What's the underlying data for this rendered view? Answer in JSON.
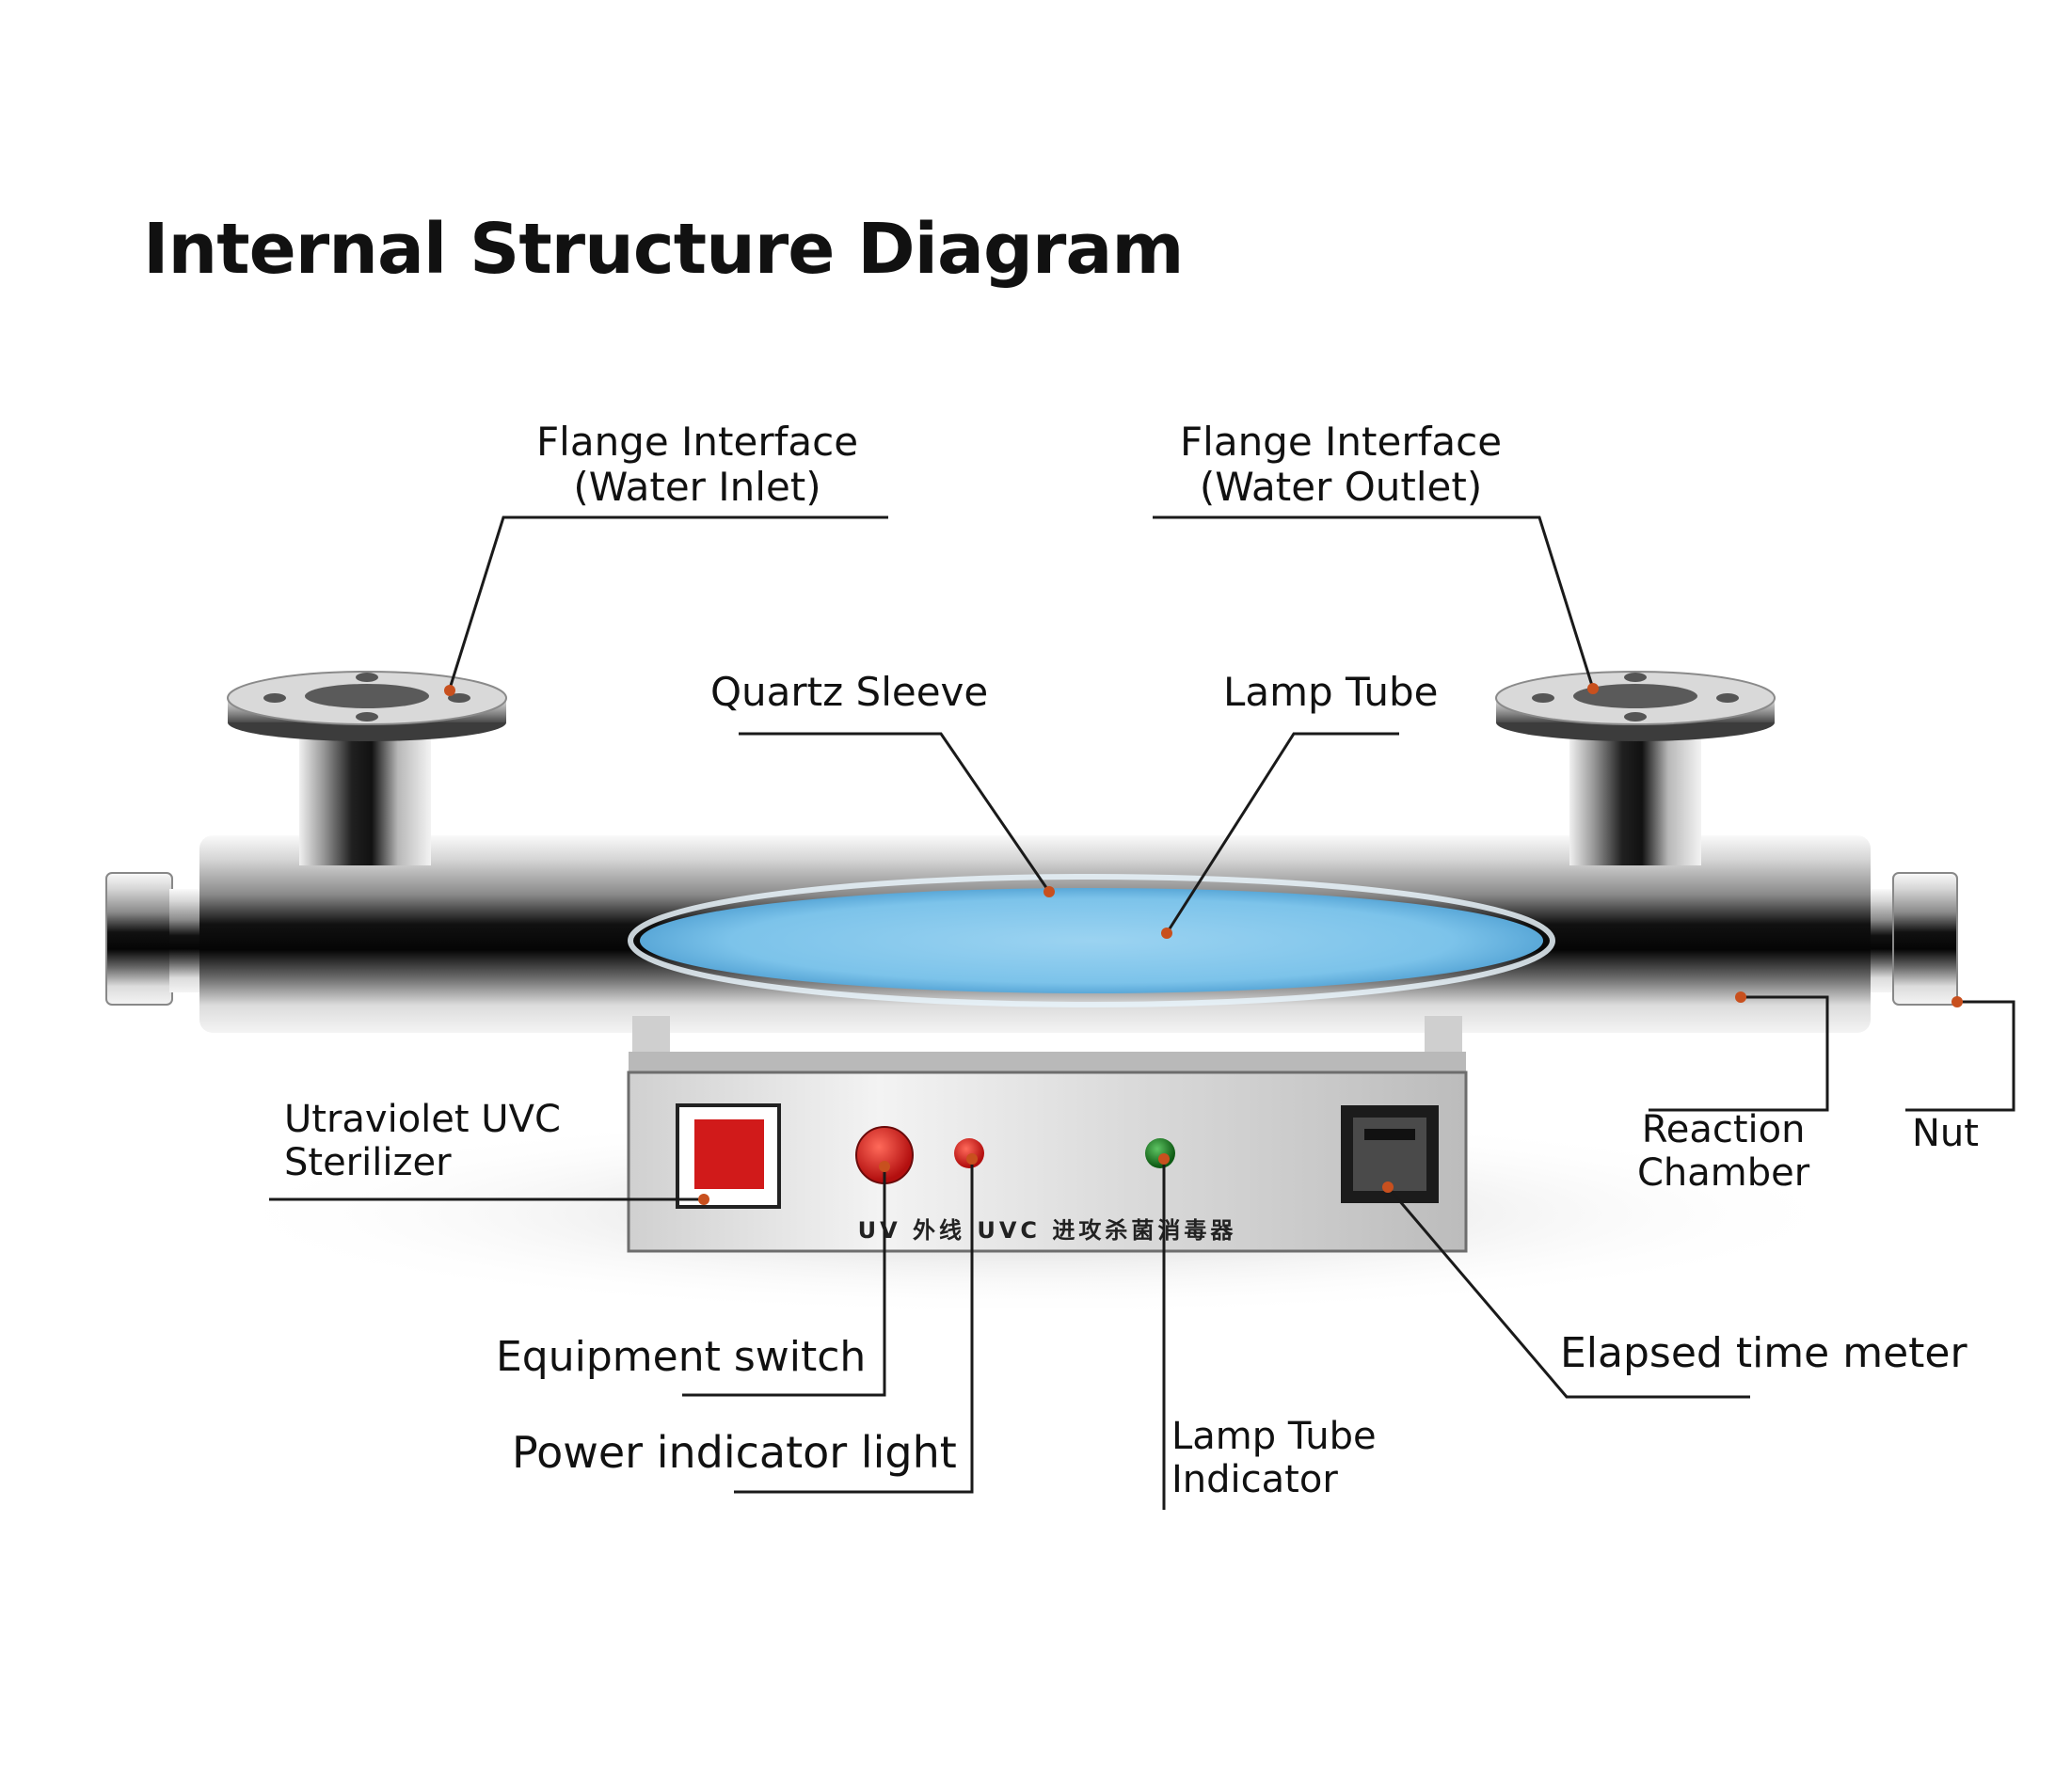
{
  "title": "Internal Structure Diagram",
  "labels": {
    "inlet_line1": "Flange Interface",
    "inlet_line2": "(Water Inlet)",
    "outlet_line1": "Flange Interface",
    "outlet_line2": "(Water Outlet)",
    "quartz": "Quartz Sleeve",
    "lamp_tube": "Lamp Tube",
    "uvc_line1": "Utraviolet UVC",
    "uvc_line2": "Sterilizer",
    "reaction_line1": "Reaction",
    "reaction_line2": "Chamber",
    "nut": "Nut",
    "switch": "Equipment switch",
    "power": "Power indicator light",
    "lamp_ind_line1": "Lamp Tube",
    "lamp_ind_line2": "Indicator",
    "meter": "Elapsed time meter"
  },
  "panel_text": "UV 外线 UVC 进攻杀菌消毒器",
  "colors": {
    "leader": "#1a1a1a",
    "dot": "#c8501e",
    "uv_glow": "#7cc3ea",
    "switch_red": "#d11a1a",
    "indicator_red": "#d21e1e",
    "indicator_green": "#1f7a25",
    "steel_dark": "#111111"
  }
}
